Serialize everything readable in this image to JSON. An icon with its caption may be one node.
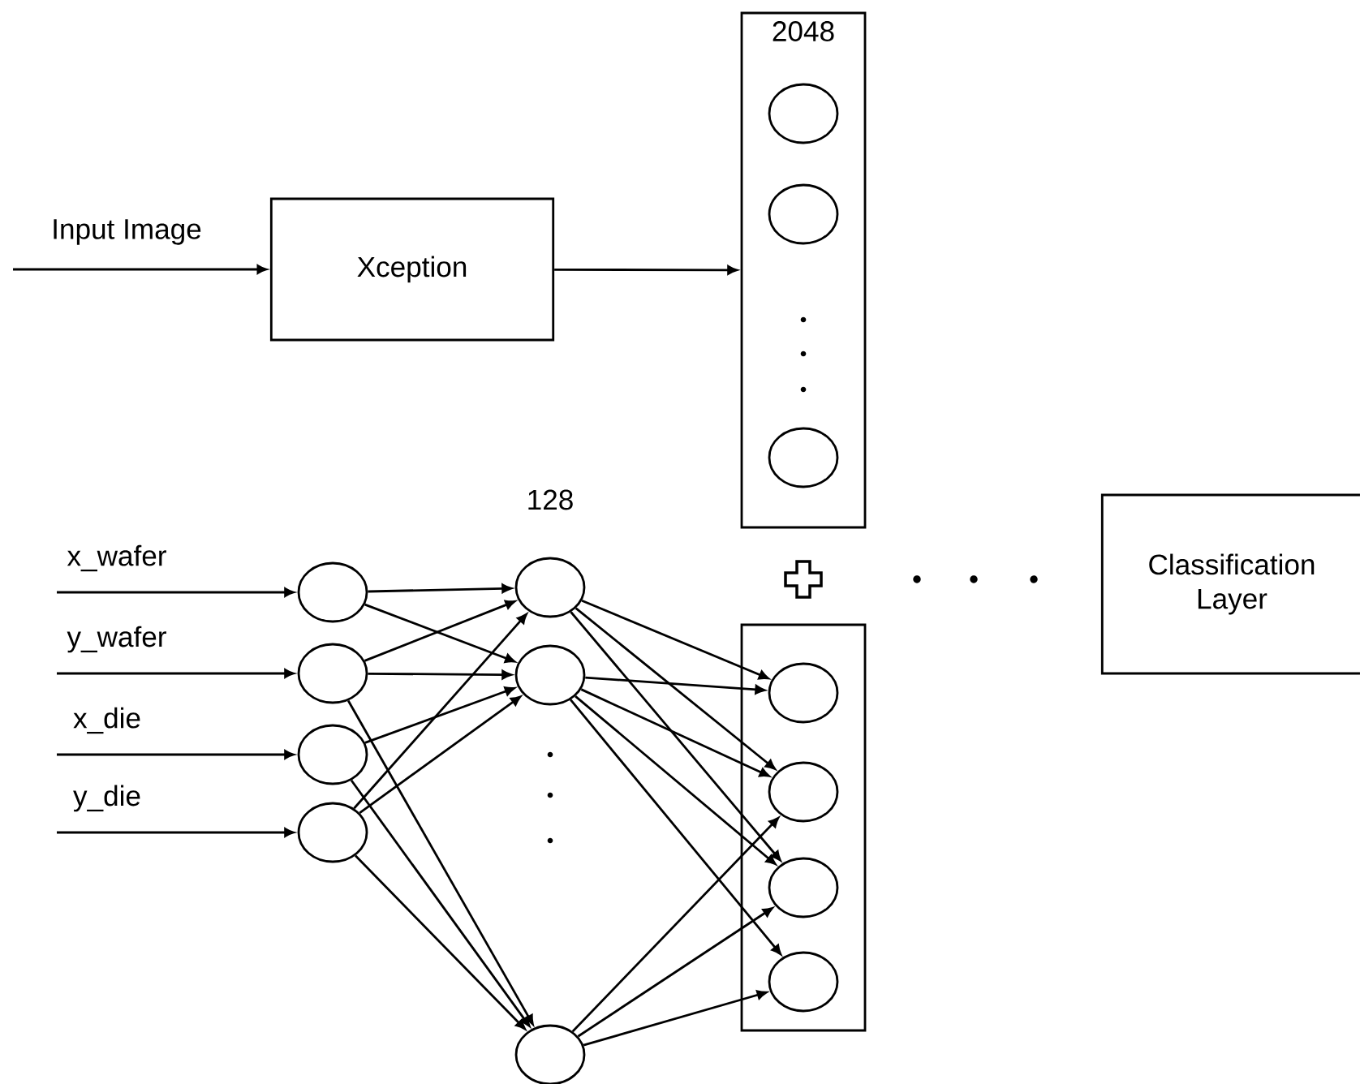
{
  "diagram": {
    "nodes": [
      {
        "text": [
          "Xception"
        ]
      },
      {
        "text": [
          "2048"
        ]
      },
      {
        "text": [],
        "shape": "circle",
        "in": 1
      },
      {
        "text": [],
        "shape": "circle",
        "in": 1
      },
      {
        "text": [],
        "shape": "circle",
        "in": 1
      },
      {
        "text": [
          "Classification Layer"
        ]
      },
      {
        "text": [],
        "shape": "circle"
      },
      {
        "text": [],
        "shape": "circle"
      },
      {
        "text": [],
        "shape": "circle"
      },
      {
        "text": [],
        "shape": "circle"
      },
      {
        "text": [],
        "shape": "circle"
      },
      {
        "text": [],
        "shape": "circle"
      },
      {
        "text": [],
        "shape": "circle"
      },
      {
        "text": [],
        "shape": "box"
      },
      {
        "text": [],
        "shape": "circle",
        "in": 13
      },
      {
        "text": [],
        "shape": "circle",
        "in": 13
      },
      {
        "text": [],
        "shape": "circle",
        "in": 13
      },
      {
        "text": [],
        "shape": "circle",
        "in": 13
      }
    ],
    "edges": [
      {
        "from": null,
        "to": 0,
        "arrow": "to",
        "label": "Input Image"
      },
      {
        "from": 0,
        "to": 1,
        "arrow": "to"
      },
      {
        "from": null,
        "to": 6,
        "arrow": "to",
        "label": "x_wafer"
      },
      {
        "from": null,
        "to": 7,
        "arrow": "to",
        "label": "y_wafer"
      },
      {
        "from": null,
        "to": 8,
        "arrow": "to",
        "label": "x_die"
      },
      {
        "from": null,
        "to": 9,
        "arrow": "to",
        "label": "y_die"
      },
      {
        "from": 6,
        "to": 10,
        "arrow": "to"
      },
      {
        "from": 6,
        "to": 11,
        "arrow": "to"
      },
      {
        "from": 7,
        "to": 10,
        "arrow": "to"
      },
      {
        "from": 7,
        "to": 11,
        "arrow": "to"
      },
      {
        "from": 7,
        "to": 12,
        "arrow": "to"
      },
      {
        "from": 8,
        "to": 11,
        "arrow": "to"
      },
      {
        "from": 8,
        "to": 12,
        "arrow": "to"
      },
      {
        "from": 9,
        "to": 10,
        "arrow": "to"
      },
      {
        "from": 9,
        "to": 11,
        "arrow": "to"
      },
      {
        "from": 9,
        "to": 12,
        "arrow": "to"
      },
      {
        "from": 10,
        "to": 14,
        "arrow": "to"
      },
      {
        "from": 10,
        "to": 15,
        "arrow": "to"
      },
      {
        "from": 10,
        "to": 16,
        "arrow": "to"
      },
      {
        "from": 11,
        "to": 14,
        "arrow": "to"
      },
      {
        "from": 11,
        "to": 15,
        "arrow": "to"
      },
      {
        "from": 11,
        "to": 16,
        "arrow": "to"
      },
      {
        "from": 11,
        "to": 17,
        "arrow": "to"
      },
      {
        "from": 12,
        "to": 15,
        "arrow": "to"
      },
      {
        "from": 12,
        "to": 16,
        "arrow": "to"
      },
      {
        "from": 12,
        "to": 17,
        "arrow": "to"
      }
    ],
    "labels": [
      "128"
    ]
  }
}
